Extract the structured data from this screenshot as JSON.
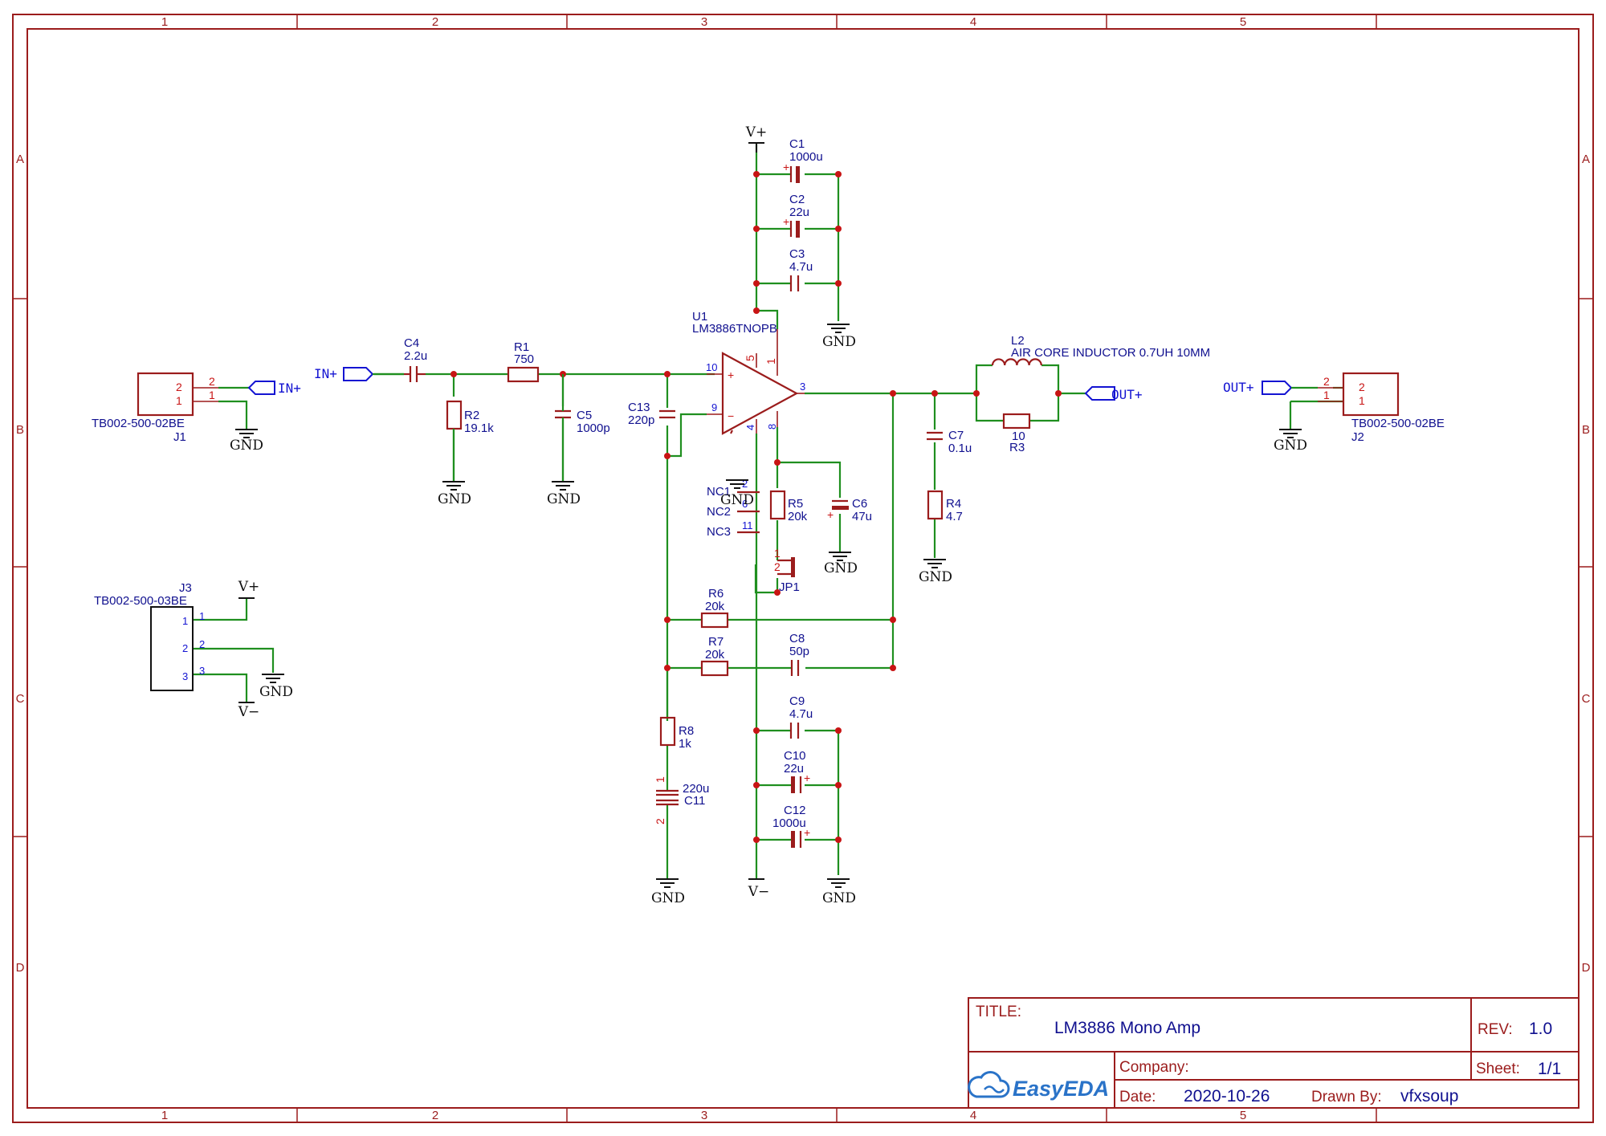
{
  "frame": {
    "columns": [
      "1",
      "2",
      "3",
      "4",
      "5"
    ],
    "rows": [
      "A",
      "B",
      "C",
      "D"
    ]
  },
  "title_block": {
    "title_label": "TITLE:",
    "title": "LM3886 Mono Amp",
    "rev_label": "REV:",
    "rev": "1.0",
    "company_label": "Company:",
    "company": "",
    "sheet_label": "Sheet:",
    "sheet": "1/1",
    "date_label": "Date:",
    "date": "2020-10-26",
    "drawn_by_label": "Drawn By:",
    "drawn_by": "vfxsoup",
    "logo_text": "EasyEDA",
    "logo_icon": "cloud-icon"
  },
  "components": {
    "J1": {
      "ref": "J1",
      "value": "TB002-500-02BE",
      "pins": [
        "2",
        "1"
      ]
    },
    "J2": {
      "ref": "J2",
      "value": "TB002-500-02BE",
      "pins": [
        "2",
        "1"
      ]
    },
    "J3": {
      "ref": "J3",
      "value": "TB002-500-03BE",
      "pins": [
        "1",
        "2",
        "3"
      ]
    },
    "C1": {
      "ref": "C1",
      "value": "1000u"
    },
    "C2": {
      "ref": "C2",
      "value": "22u"
    },
    "C3": {
      "ref": "C3",
      "value": "4.7u"
    },
    "C4": {
      "ref": "C4",
      "value": "2.2u"
    },
    "C5": {
      "ref": "C5",
      "value": "1000p"
    },
    "C6": {
      "ref": "C6",
      "value": "47u"
    },
    "C7": {
      "ref": "C7",
      "value": "0.1u"
    },
    "C8": {
      "ref": "C8",
      "value": "50p"
    },
    "C9": {
      "ref": "C9",
      "value": "4.7u"
    },
    "C10": {
      "ref": "C10",
      "value": "22u"
    },
    "C11": {
      "ref": "C11",
      "value": "220u"
    },
    "C12": {
      "ref": "C12",
      "value": "1000u"
    },
    "C13": {
      "ref": "C13",
      "value": "220p"
    },
    "R1": {
      "ref": "R1",
      "value": "750"
    },
    "R2": {
      "ref": "R2",
      "value": "19.1k"
    },
    "R3": {
      "ref": "R3",
      "value": "10"
    },
    "R4": {
      "ref": "R4",
      "value": "4.7"
    },
    "R5": {
      "ref": "R5",
      "value": "20k"
    },
    "R6": {
      "ref": "R6",
      "value": "20k"
    },
    "R7": {
      "ref": "R7",
      "value": "20k"
    },
    "R8": {
      "ref": "R8",
      "value": "1k"
    },
    "L2": {
      "ref": "L2",
      "value": "AIR CORE INDUCTOR 0.7UH 10MM"
    },
    "U1": {
      "ref": "U1",
      "value": "LM3886TNOPB",
      "pins": {
        "in_plus": "10",
        "in_minus": "9",
        "out": "3",
        "vplus": "5",
        "p1": "1",
        "vminus": "4",
        "mute": "8",
        "nc1": "2",
        "nc2": "6",
        "nc3": "11"
      },
      "nc_labels": [
        "NC1",
        "NC2",
        "NC3"
      ],
      "plus_sign": "+",
      "minus_sign": "−"
    },
    "JP1": {
      "ref": "JP1",
      "pins": [
        "1",
        "2"
      ]
    },
    "C11_pins": [
      "1",
      "2"
    ]
  },
  "nets": {
    "gnd": "GND",
    "vplus": "V+",
    "vminus": "V−",
    "in_plus": "IN+",
    "out_plus": "OUT+",
    "polarity": "+"
  }
}
